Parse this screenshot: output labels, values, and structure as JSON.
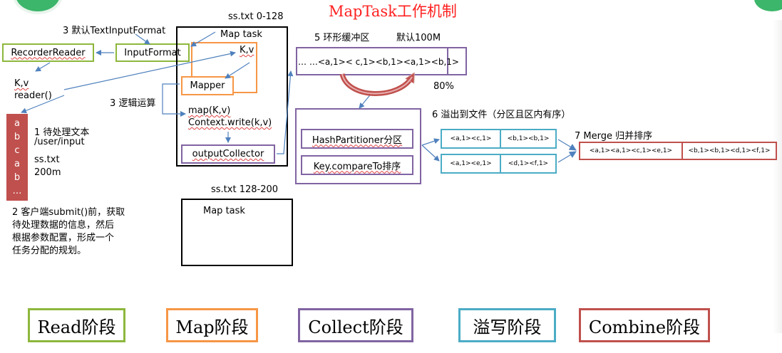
{
  "title": "MapTask工作机制",
  "colors": {
    "read": "#8db73c",
    "map": "#f79646",
    "collect": "#8064a2",
    "spill": "#4bacc6",
    "combine": "#c0504d",
    "arrow": "#4f81bd",
    "title": "#ff2020"
  },
  "labels": {
    "textinputformat": "3 默认TextInputFormat",
    "recorder_reader": "RecorderReader",
    "input_format": "InputFormat",
    "kv_reader_1": "K,v",
    "kv_reader_2": "reader()",
    "split1": "ss.txt 0-128",
    "map_task": "Map task",
    "kv_in_map": "K,v",
    "mapper": "Mapper",
    "logic": "3 逻辑运算",
    "map_call_1": "map(K,v)",
    "map_call_2": "Context.write(k,v)",
    "output_collector": "outputCollector",
    "ring_buffer": "5 环形缓冲区",
    "default_100m": "默认100M",
    "buffer_content": "… …<a,1>< c,1><b,1><a,1><b,1>",
    "percent80": "80%",
    "spill": "6 溢出到文件（分区且区内有序）",
    "hash_partitioner": "HashPartitioner分区",
    "key_compare": "Key.compareTo排序",
    "merge": "7 Merge 归并排序",
    "input_file_1": "1 待处理文本",
    "input_file_2": "/user/input",
    "input_file_3": "ss.txt",
    "input_file_4": "200m",
    "split2": "ss.txt 128-200",
    "map_task_2": "Map task",
    "client_note_1": "2 客户端submit()前，获取",
    "client_note_2": "待处理数据的信息，然后",
    "client_note_3": "根据参数配置，形成一个",
    "client_note_4": "任务分配的规划。"
  },
  "file_letters": [
    "a",
    "b",
    "c",
    "a",
    "b",
    "…"
  ],
  "spill_cells": [
    "<a,1><c,1>",
    "<b,1><b,1>",
    "<a,1><e,1>",
    "<d,1><f,1>"
  ],
  "merge_cells": [
    "<a,1><a,1><c,1><e,1>",
    "<b,1><b,1><d,1><f,1>"
  ],
  "stages": [
    "Read阶段",
    "Map阶段",
    "Collect阶段",
    "溢写阶段",
    "Combine阶段"
  ]
}
